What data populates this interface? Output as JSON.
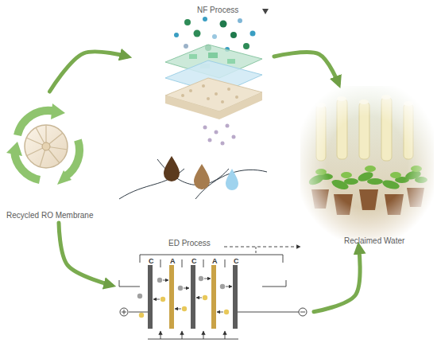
{
  "diagram": {
    "nodes": [
      {
        "text": [
          "NF Process"
        ]
      },
      {
        "text": [
          "Recycled RO Membrane"
        ]
      },
      {
        "text": [
          "Reclaimed Water"
        ]
      },
      {
        "text": [
          "ED Process"
        ]
      }
    ],
    "edges": [
      {
        "from": 1,
        "to": 0,
        "arrow": "to"
      },
      {
        "from": 0,
        "to": 2,
        "arrow": "to"
      },
      {
        "from": 1,
        "to": 3,
        "arrow": "to"
      },
      {
        "from": 3,
        "to": 2,
        "arrow": "to"
      }
    ],
    "labels": [
      "C",
      "A",
      "C",
      "A",
      "C"
    ]
  }
}
